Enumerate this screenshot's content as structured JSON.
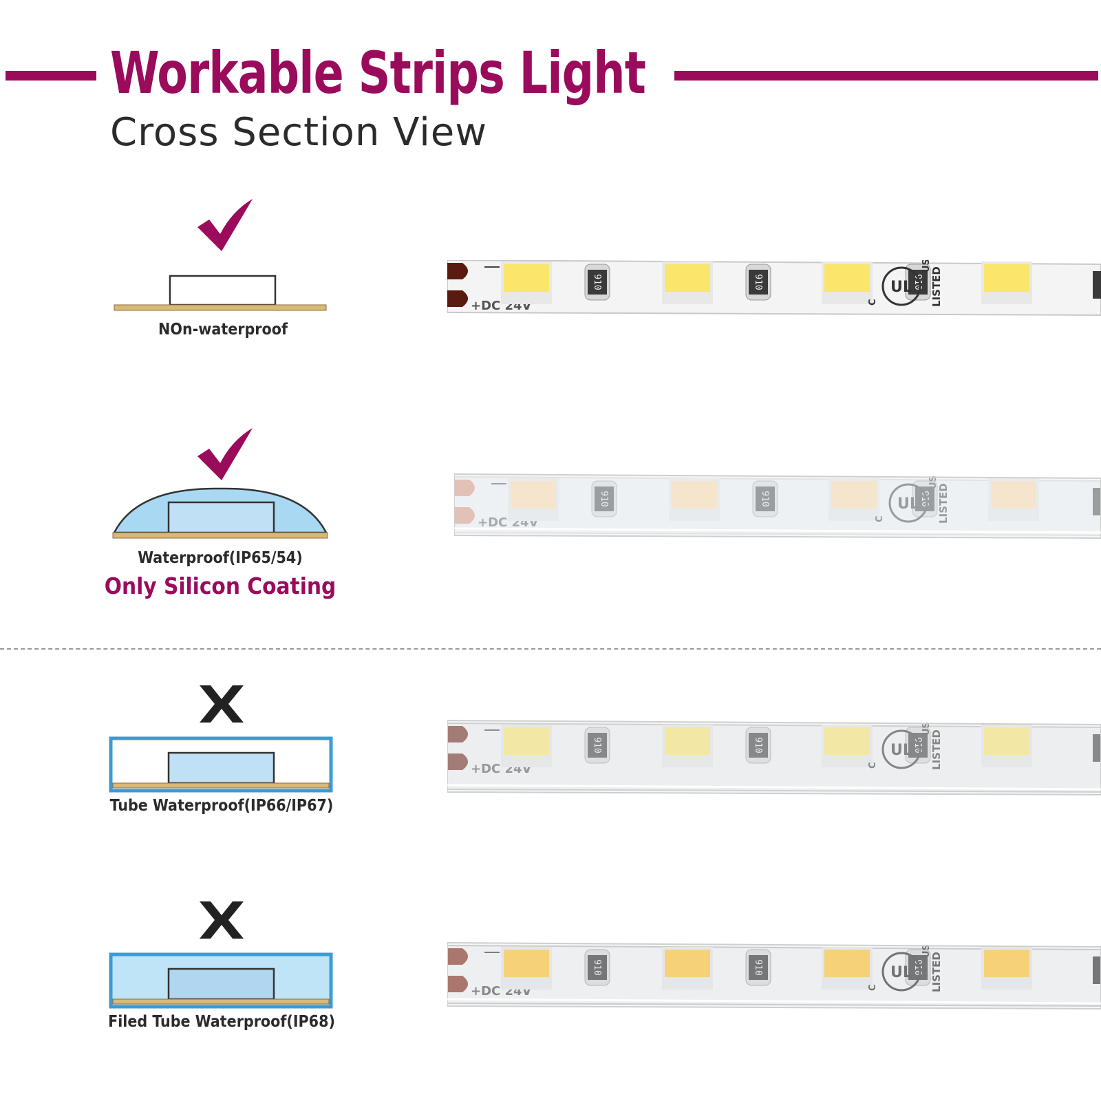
{
  "header": {
    "title": "Workable Strips Light",
    "subtitle": "Cross Section View"
  },
  "colors": {
    "accent": "#9b0b5c",
    "text": "#2b2b2b",
    "pcb": "#d9b97a",
    "coating": "#a9d8f2",
    "tube_border": "#3d9bd2"
  },
  "options": [
    {
      "label": "NOn-waterproof",
      "note": "",
      "status": "check",
      "status_icon": "check-icon"
    },
    {
      "label": "Waterproof(IP65/54)",
      "note": "Only Silicon Coating",
      "status": "check",
      "status_icon": "check-icon"
    },
    {
      "label": "Tube Waterproof(IP66/IP67)",
      "note": "",
      "status": "cross",
      "status_icon": "x-icon"
    },
    {
      "label": "Filed Tube Waterproof(IP68)",
      "note": "",
      "status": "cross",
      "status_icon": "x-icon"
    }
  ],
  "strip": {
    "voltage_label": "DC 24V",
    "resistor_code": "910",
    "cert_marks": [
      "UL",
      "US",
      "C",
      "LISTED"
    ]
  }
}
